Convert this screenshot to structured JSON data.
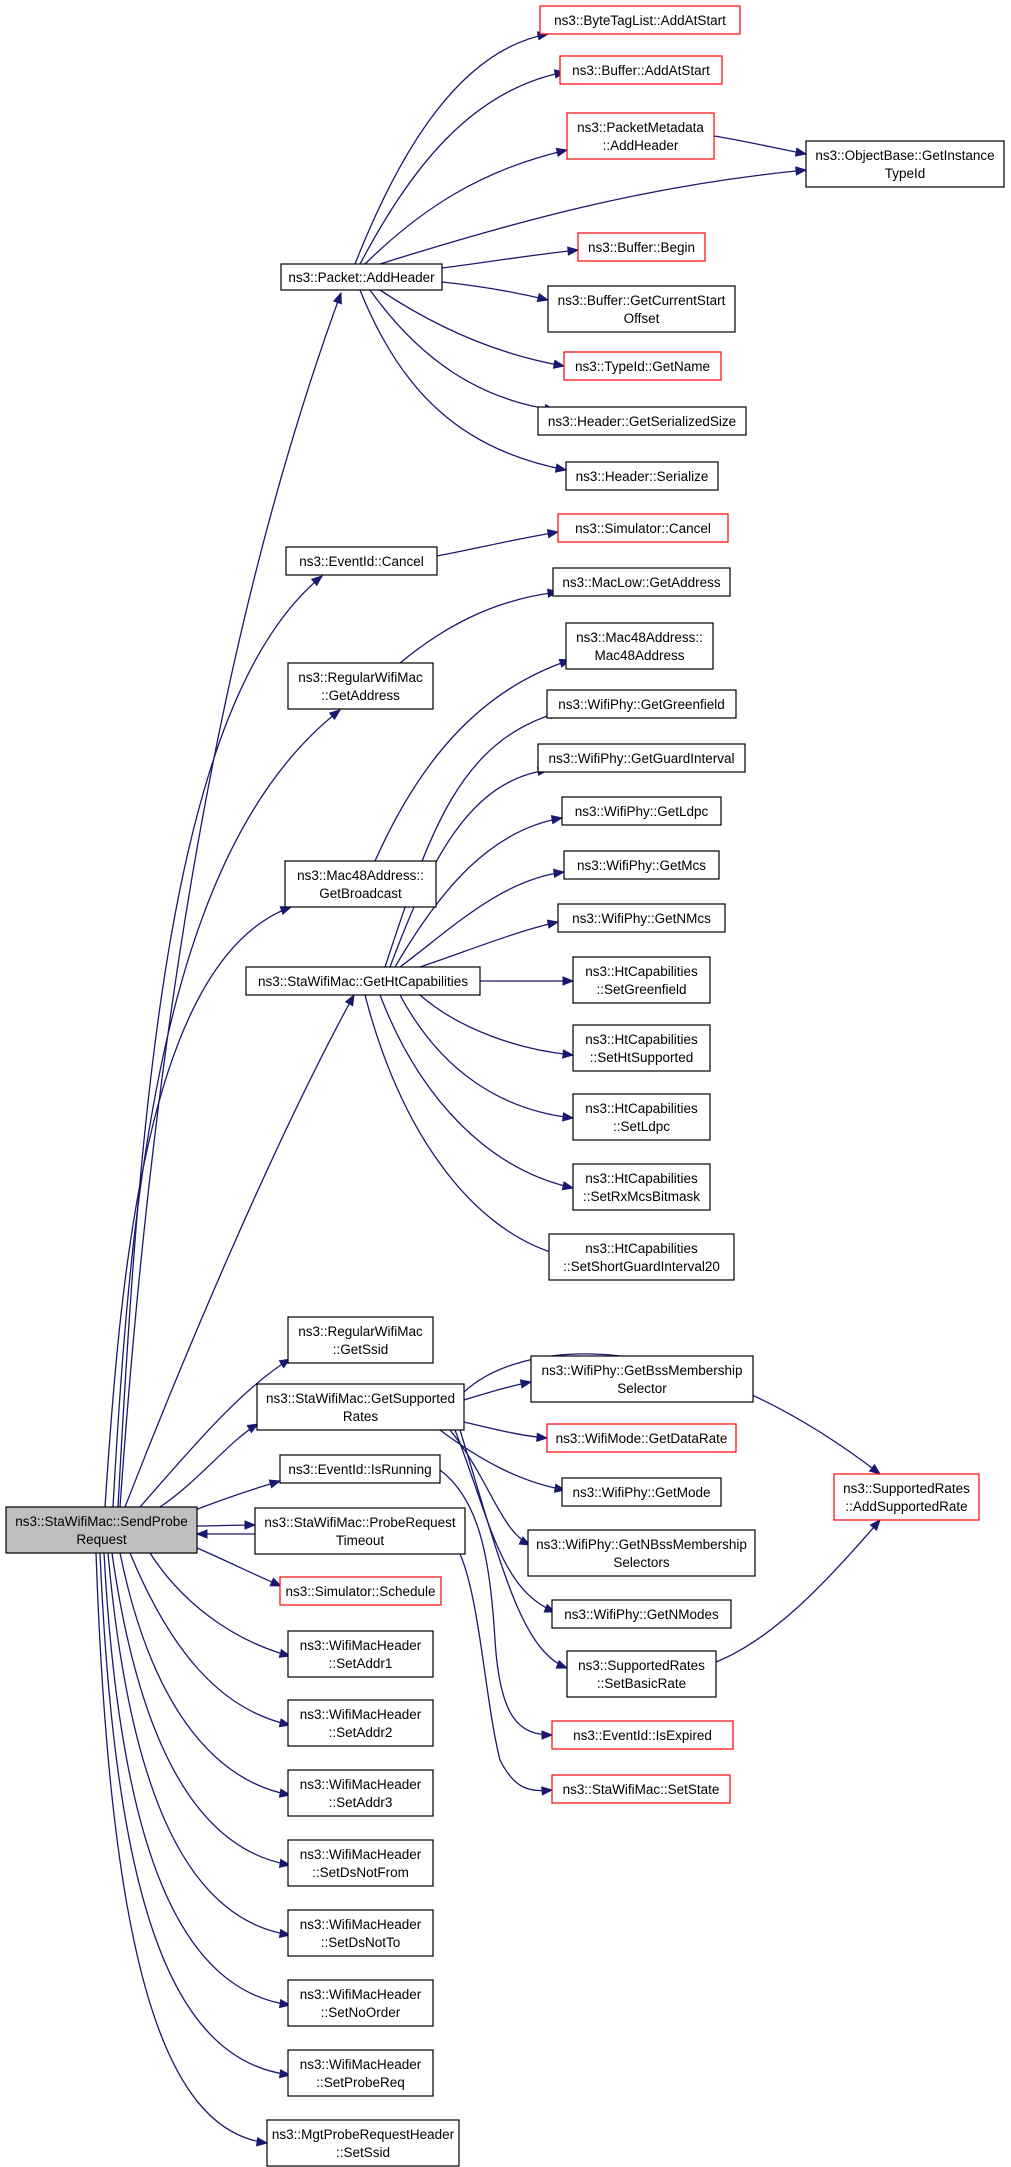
{
  "colors": {
    "edge": "#191970",
    "border": "#000000",
    "truncated_border": "#ff0000",
    "root_fill": "#bfbfbf",
    "fill": "#ffffff"
  },
  "root": "SendProbeRequest",
  "nodes": [
    {
      "id": "SendProbeRequest",
      "lines": [
        "ns3::StaWifiMac::SendProbe",
        "Request"
      ],
      "style": "root"
    },
    {
      "id": "AddHeader",
      "lines": [
        "ns3::Packet::AddHeader"
      ]
    },
    {
      "id": "ByteTagList",
      "lines": [
        "ns3::ByteTagList::AddAtStart"
      ],
      "style": "truncated"
    },
    {
      "id": "BufAddAtStart",
      "lines": [
        "ns3::Buffer::AddAtStart"
      ],
      "style": "truncated"
    },
    {
      "id": "PMAddHeader",
      "lines": [
        "ns3::PacketMetadata",
        "::AddHeader"
      ],
      "style": "truncated"
    },
    {
      "id": "GetInstanceTypeId",
      "lines": [
        "ns3::ObjectBase::GetInstance",
        "TypeId"
      ]
    },
    {
      "id": "BufBegin",
      "lines": [
        "ns3::Buffer::Begin"
      ],
      "style": "truncated"
    },
    {
      "id": "GetCurStart",
      "lines": [
        "ns3::Buffer::GetCurrentStart",
        "Offset"
      ]
    },
    {
      "id": "TypeIdName",
      "lines": [
        "ns3::TypeId::GetName"
      ],
      "style": "truncated"
    },
    {
      "id": "GetSerSize",
      "lines": [
        "ns3::Header::GetSerializedSize"
      ]
    },
    {
      "id": "Serialize",
      "lines": [
        "ns3::Header::Serialize"
      ]
    },
    {
      "id": "EvCancel",
      "lines": [
        "ns3::EventId::Cancel"
      ]
    },
    {
      "id": "SimCancel",
      "lines": [
        "ns3::Simulator::Cancel"
      ],
      "style": "truncated"
    },
    {
      "id": "RegGetAddr",
      "lines": [
        "ns3::RegularWifiMac",
        "::GetAddress"
      ]
    },
    {
      "id": "MacLowAddr",
      "lines": [
        "ns3::MacLow::GetAddress"
      ]
    },
    {
      "id": "Mac48Ctor",
      "lines": [
        "ns3::Mac48Address::",
        "Mac48Address"
      ]
    },
    {
      "id": "GetBroadcast",
      "lines": [
        "ns3::Mac48Address::",
        "GetBroadcast"
      ]
    },
    {
      "id": "GetHtCap",
      "lines": [
        "ns3::StaWifiMac::GetHtCapabilities"
      ]
    },
    {
      "id": "PhyGreen",
      "lines": [
        "ns3::WifiPhy::GetGreenfield"
      ]
    },
    {
      "id": "PhyGuard",
      "lines": [
        "ns3::WifiPhy::GetGuardInterval"
      ]
    },
    {
      "id": "PhyLdpc",
      "lines": [
        "ns3::WifiPhy::GetLdpc"
      ]
    },
    {
      "id": "PhyMcs",
      "lines": [
        "ns3::WifiPhy::GetMcs"
      ]
    },
    {
      "id": "PhyNMcs",
      "lines": [
        "ns3::WifiPhy::GetNMcs"
      ]
    },
    {
      "id": "HtSetGreen",
      "lines": [
        "ns3::HtCapabilities",
        "::SetGreenfield"
      ]
    },
    {
      "id": "HtSetSupp",
      "lines": [
        "ns3::HtCapabilities",
        "::SetHtSupported"
      ]
    },
    {
      "id": "HtSetLdpc",
      "lines": [
        "ns3::HtCapabilities",
        "::SetLdpc"
      ]
    },
    {
      "id": "HtSetRx",
      "lines": [
        "ns3::HtCapabilities",
        "::SetRxMcsBitmask"
      ]
    },
    {
      "id": "HtSetSGI",
      "lines": [
        "ns3::HtCapabilities",
        "::SetShortGuardInterval20"
      ]
    },
    {
      "id": "RegGetSsid",
      "lines": [
        "ns3::RegularWifiMac",
        "::GetSsid"
      ]
    },
    {
      "id": "GetSuppRates",
      "lines": [
        "ns3::StaWifiMac::GetSupported",
        "Rates"
      ]
    },
    {
      "id": "EvIsRunning",
      "lines": [
        "ns3::EventId::IsRunning"
      ]
    },
    {
      "id": "ProbeTimeout",
      "lines": [
        "ns3::StaWifiMac::ProbeRequest",
        "Timeout"
      ]
    },
    {
      "id": "SimSchedule",
      "lines": [
        "ns3::Simulator::Schedule"
      ],
      "style": "truncated"
    },
    {
      "id": "PhyBssSel",
      "lines": [
        "ns3::WifiPhy::GetBssMembership",
        "Selector"
      ]
    },
    {
      "id": "ModeDataRate",
      "lines": [
        "ns3::WifiMode::GetDataRate"
      ],
      "style": "truncated"
    },
    {
      "id": "PhyGetMode",
      "lines": [
        "ns3::WifiPhy::GetMode"
      ]
    },
    {
      "id": "PhyNBss",
      "lines": [
        "ns3::WifiPhy::GetNBssMembership",
        "Selectors"
      ]
    },
    {
      "id": "PhyNModes",
      "lines": [
        "ns3::WifiPhy::GetNModes"
      ]
    },
    {
      "id": "SRSetBasic",
      "lines": [
        "ns3::SupportedRates",
        "::SetBasicRate"
      ]
    },
    {
      "id": "SRAddSupp",
      "lines": [
        "ns3::SupportedRates",
        "::AddSupportedRate"
      ],
      "style": "truncated"
    },
    {
      "id": "EvIsExpired",
      "lines": [
        "ns3::EventId::IsExpired"
      ],
      "style": "truncated"
    },
    {
      "id": "SetState",
      "lines": [
        "ns3::StaWifiMac::SetState"
      ],
      "style": "truncated"
    },
    {
      "id": "SetAddr1",
      "lines": [
        "ns3::WifiMacHeader",
        "::SetAddr1"
      ]
    },
    {
      "id": "SetAddr2",
      "lines": [
        "ns3::WifiMacHeader",
        "::SetAddr2"
      ]
    },
    {
      "id": "SetAddr3",
      "lines": [
        "ns3::WifiMacHeader",
        "::SetAddr3"
      ]
    },
    {
      "id": "SetDsNotFrom",
      "lines": [
        "ns3::WifiMacHeader",
        "::SetDsNotFrom"
      ]
    },
    {
      "id": "SetDsNotTo",
      "lines": [
        "ns3::WifiMacHeader",
        "::SetDsNotTo"
      ]
    },
    {
      "id": "SetNoOrder",
      "lines": [
        "ns3::WifiMacHeader",
        "::SetNoOrder"
      ]
    },
    {
      "id": "SetProbeReq",
      "lines": [
        "ns3::WifiMacHeader",
        "::SetProbeReq"
      ]
    },
    {
      "id": "MgtSetSsid",
      "lines": [
        "ns3::MgtProbeRequestHeader",
        "::SetSsid"
      ]
    }
  ],
  "edges": [
    [
      "SendProbeRequest",
      "AddHeader"
    ],
    [
      "SendProbeRequest",
      "EvCancel"
    ],
    [
      "SendProbeRequest",
      "RegGetAddr"
    ],
    [
      "SendProbeRequest",
      "GetBroadcast"
    ],
    [
      "SendProbeRequest",
      "GetHtCap"
    ],
    [
      "SendProbeRequest",
      "RegGetSsid"
    ],
    [
      "SendProbeRequest",
      "GetSuppRates"
    ],
    [
      "SendProbeRequest",
      "EvIsRunning"
    ],
    [
      "SendProbeRequest",
      "ProbeTimeout"
    ],
    [
      "SendProbeRequest",
      "SimSchedule"
    ],
    [
      "SendProbeRequest",
      "SetAddr1"
    ],
    [
      "SendProbeRequest",
      "SetAddr2"
    ],
    [
      "SendProbeRequest",
      "SetAddr3"
    ],
    [
      "SendProbeRequest",
      "SetDsNotFrom"
    ],
    [
      "SendProbeRequest",
      "SetDsNotTo"
    ],
    [
      "SendProbeRequest",
      "SetNoOrder"
    ],
    [
      "SendProbeRequest",
      "SetProbeReq"
    ],
    [
      "SendProbeRequest",
      "MgtSetSsid"
    ],
    [
      "AddHeader",
      "ByteTagList"
    ],
    [
      "AddHeader",
      "BufAddAtStart"
    ],
    [
      "AddHeader",
      "PMAddHeader"
    ],
    [
      "AddHeader",
      "GetInstanceTypeId"
    ],
    [
      "AddHeader",
      "BufBegin"
    ],
    [
      "AddHeader",
      "GetCurStart"
    ],
    [
      "AddHeader",
      "TypeIdName"
    ],
    [
      "AddHeader",
      "GetSerSize"
    ],
    [
      "AddHeader",
      "Serialize"
    ],
    [
      "PMAddHeader",
      "GetInstanceTypeId"
    ],
    [
      "EvCancel",
      "SimCancel"
    ],
    [
      "RegGetAddr",
      "MacLowAddr"
    ],
    [
      "GetBroadcast",
      "Mac48Ctor"
    ],
    [
      "GetHtCap",
      "PhyGreen"
    ],
    [
      "GetHtCap",
      "PhyGuard"
    ],
    [
      "GetHtCap",
      "PhyLdpc"
    ],
    [
      "GetHtCap",
      "PhyMcs"
    ],
    [
      "GetHtCap",
      "PhyNMcs"
    ],
    [
      "GetHtCap",
      "HtSetGreen"
    ],
    [
      "GetHtCap",
      "HtSetSupp"
    ],
    [
      "GetHtCap",
      "HtSetLdpc"
    ],
    [
      "GetHtCap",
      "HtSetRx"
    ],
    [
      "GetHtCap",
      "HtSetSGI"
    ],
    [
      "GetSuppRates",
      "PhyBssSel"
    ],
    [
      "GetSuppRates",
      "ModeDataRate"
    ],
    [
      "GetSuppRates",
      "PhyGetMode"
    ],
    [
      "GetSuppRates",
      "PhyNBss"
    ],
    [
      "GetSuppRates",
      "PhyNModes"
    ],
    [
      "GetSuppRates",
      "SRSetBasic"
    ],
    [
      "GetSuppRates",
      "SRAddSupp"
    ],
    [
      "SRSetBasic",
      "SRAddSupp"
    ],
    [
      "EvIsRunning",
      "EvIsExpired"
    ],
    [
      "ProbeTimeout",
      "SendProbeRequest"
    ],
    [
      "ProbeTimeout",
      "SetState"
    ]
  ]
}
